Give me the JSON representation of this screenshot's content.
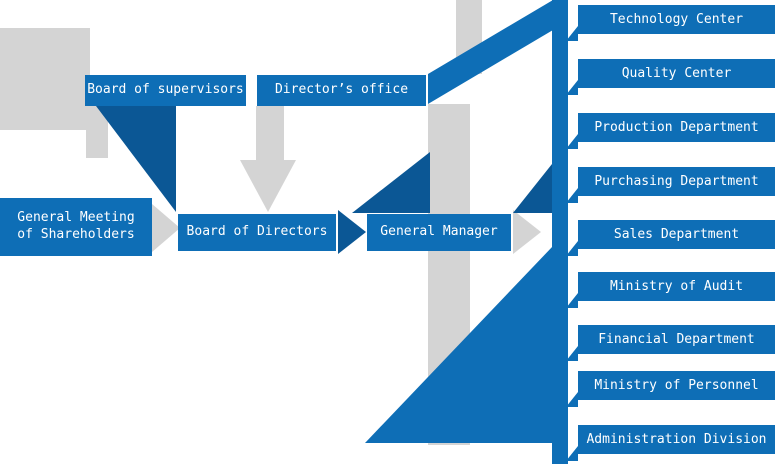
{
  "colors": {
    "primary_blue": "#0e6eb6",
    "dark_blue": "#0b5795",
    "light_gray": "#d4d4d4",
    "text": "#ffffff",
    "background": "#ffffff"
  },
  "nodes": {
    "general_meeting_line1": "General Meeting",
    "general_meeting_line2": "of Shareholders",
    "board_of_supervisors": "Board of supervisors",
    "directors_office": "Director’s office",
    "board_of_directors": "Board of Directors",
    "general_manager": "General Manager"
  },
  "departments": [
    "Technology Center",
    "Quality Center",
    "Production Department",
    "Purchasing Department",
    "Sales Department",
    "Ministry of Audit",
    "Financial Department",
    "Ministry of Personnel",
    "Administration Division"
  ],
  "edges": [
    {
      "from": "General Meeting of Shareholders",
      "to": "Board of Directors"
    },
    {
      "from": "Board of supervisors",
      "to": "Board of Directors"
    },
    {
      "from": "Director’s office",
      "to": "Board of Directors"
    },
    {
      "from": "Board of Directors",
      "to": "General Manager"
    },
    {
      "from": "General Manager",
      "to": "Technology Center"
    },
    {
      "from": "General Manager",
      "to": "Quality Center"
    },
    {
      "from": "General Manager",
      "to": "Production Department"
    },
    {
      "from": "General Manager",
      "to": "Purchasing Department"
    },
    {
      "from": "General Manager",
      "to": "Sales Department"
    },
    {
      "from": "General Manager",
      "to": "Ministry of Audit"
    },
    {
      "from": "General Manager",
      "to": "Financial Department"
    },
    {
      "from": "General Manager",
      "to": "Ministry of Personnel"
    },
    {
      "from": "General Manager",
      "to": "Administration Division"
    }
  ]
}
